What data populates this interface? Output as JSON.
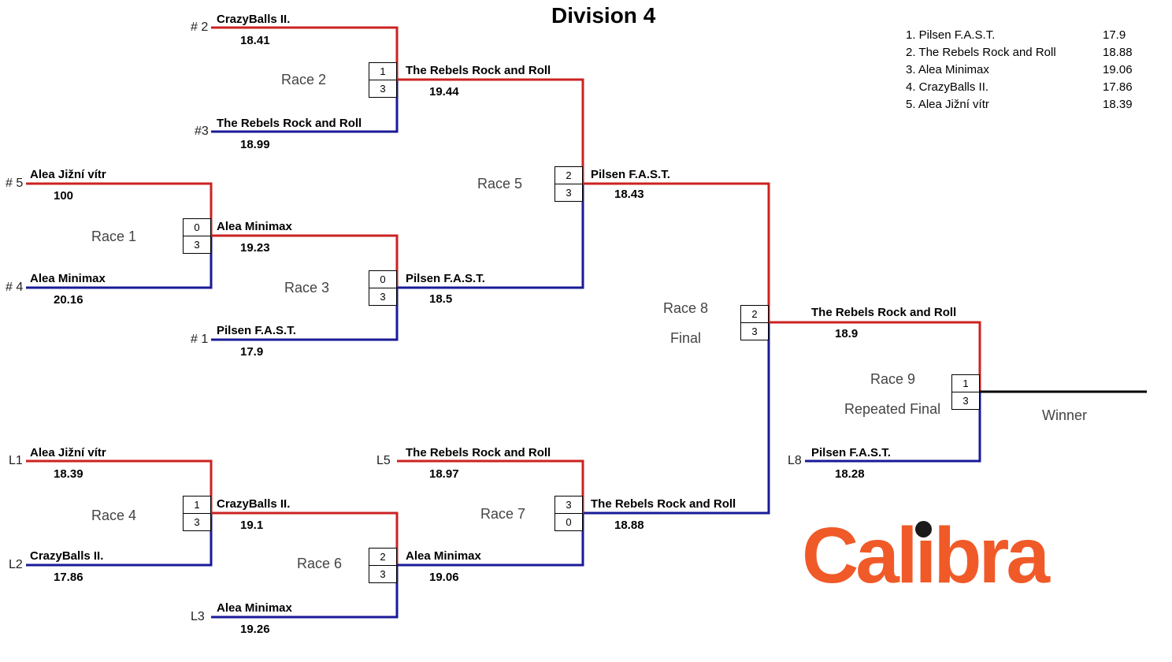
{
  "title": "Division 4",
  "colors": {
    "upper_line": "#cc2222",
    "lower_line": "#1a1a99",
    "winner_line": "#000000",
    "logo": "#f05a28",
    "logo_dot": "#1a1a1a"
  },
  "standings": [
    {
      "label": "1. Pilsen F.A.S.T.",
      "time": "17.9"
    },
    {
      "label": "2. The Rebels Rock and Roll",
      "time": "18.88"
    },
    {
      "label": "3. Alea Minimax",
      "time": "19.06"
    },
    {
      "label": "4. CrazyBalls II.",
      "time": "17.86"
    },
    {
      "label": "5. Alea Jižní vítr",
      "time": "18.39"
    }
  ],
  "races": [
    {
      "name": "Race 1",
      "scores": [
        "0",
        "3"
      ],
      "top": {
        "seed": "# 5",
        "team": "Alea Jižní vítr",
        "time": "100"
      },
      "bottom": {
        "seed": "# 4",
        "team": "Alea Minimax",
        "time": "20.16"
      }
    },
    {
      "name": "Race 2",
      "scores": [
        "1",
        "3"
      ],
      "top": {
        "seed": "# 2",
        "team": "CrazyBalls II.",
        "time": "18.41"
      },
      "bottom": {
        "seed": "#3",
        "team": "The Rebels Rock and Roll",
        "time": "18.99"
      }
    },
    {
      "name": "Race 3",
      "scores": [
        "0",
        "3"
      ],
      "top": {
        "seed": "",
        "team": "Alea Minimax",
        "time": "19.23"
      },
      "bottom": {
        "seed": "# 1",
        "team": "Pilsen F.A.S.T.",
        "time": "17.9"
      }
    },
    {
      "name": "Race 4",
      "scores": [
        "1",
        "3"
      ],
      "top": {
        "seed": "L1",
        "team": "Alea Jižní vítr",
        "time": "18.39"
      },
      "bottom": {
        "seed": "L2",
        "team": "CrazyBalls II.",
        "time": "17.86"
      }
    },
    {
      "name": "Race 5",
      "scores": [
        "2",
        "3"
      ],
      "top": {
        "seed": "",
        "team": "The Rebels Rock and Roll",
        "time": "19.44"
      },
      "bottom": {
        "seed": "",
        "team": "Pilsen F.A.S.T.",
        "time": "18.5"
      }
    },
    {
      "name": "Race 6",
      "scores": [
        "2",
        "3"
      ],
      "top": {
        "seed": "",
        "team": "CrazyBalls II.",
        "time": "19.1"
      },
      "bottom": {
        "seed": "L3",
        "team": "Alea Minimax",
        "time": "19.26"
      }
    },
    {
      "name": "Race 7",
      "scores": [
        "3",
        "0"
      ],
      "top": {
        "seed": "L5",
        "team": "The Rebels Rock and Roll",
        "time": "18.97"
      },
      "bottom": {
        "seed": "",
        "team": "Alea Minimax",
        "time": "19.06"
      }
    },
    {
      "name": "Race 8",
      "subtitle": "Final",
      "scores": [
        "2",
        "3"
      ],
      "top": {
        "seed": "",
        "team": "Pilsen F.A.S.T.",
        "time": "18.43"
      },
      "bottom": {
        "seed": "",
        "team": "The Rebels Rock and Roll",
        "time": "18.88"
      }
    },
    {
      "name": "Race 9",
      "subtitle": "Repeated Final",
      "scores": [
        "1",
        "3"
      ],
      "top": {
        "seed": "",
        "team": "The Rebels Rock and Roll",
        "time": "18.9"
      },
      "bottom": {
        "seed": "L8",
        "team": "Pilsen F.A.S.T.",
        "time": "18.28"
      }
    }
  ],
  "winner_label": "Winner",
  "logo_text": "Calibra"
}
